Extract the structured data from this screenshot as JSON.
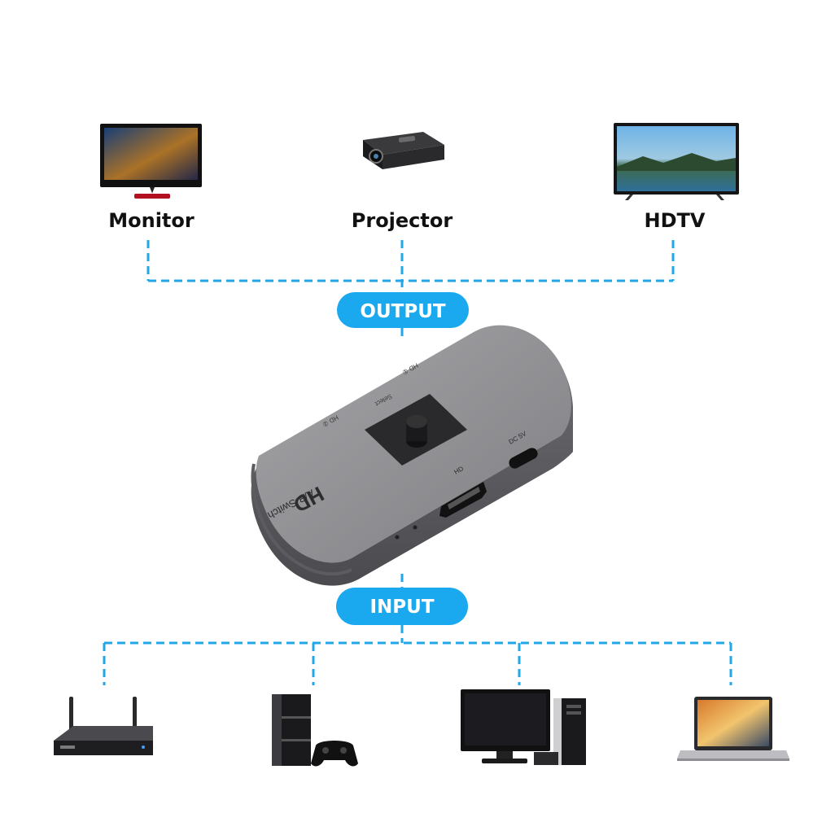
{
  "outputs": [
    {
      "label": "Monitor",
      "icon": "monitor-icon"
    },
    {
      "label": "Projector",
      "icon": "projector-icon"
    },
    {
      "label": "HDTV",
      "icon": "hdtv-icon"
    }
  ],
  "output_badge": "OUTPUT",
  "input_badge": "INPUT",
  "device": {
    "brand": "HD",
    "name": "A/B Switch",
    "select_label": "Select",
    "port_top": "HD ①",
    "port_left": "HD ②",
    "port_hd": "HD",
    "port_dc": "DC 5V"
  },
  "inputs": [
    {
      "icon": "tv-box-icon"
    },
    {
      "icon": "game-console-icon"
    },
    {
      "icon": "desktop-pc-icon"
    },
    {
      "icon": "laptop-icon"
    }
  ],
  "colors": {
    "line": "#21a7e8",
    "badge": "#1aa8ee",
    "badge_text": "#ffffff",
    "label": "#111111",
    "device_body": "#8e8e91"
  }
}
